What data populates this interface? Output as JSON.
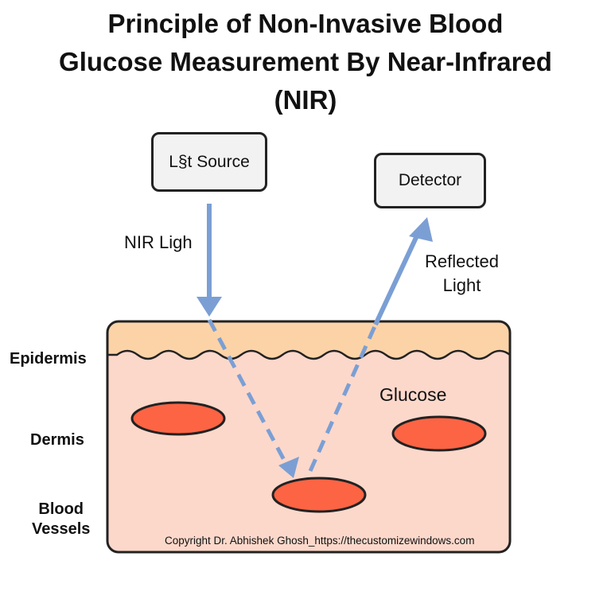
{
  "title": {
    "line1": "Principle of Non-Invasive Blood",
    "line2": "Glucose Measurement By Near-Infrared",
    "line3": "(NIR)"
  },
  "boxes": {
    "light_source": "L§t Source",
    "detector": "Detector"
  },
  "labels": {
    "nir_light": "NIR Ligh",
    "reflected_line1": "Reflected",
    "reflected_line2": "Light",
    "glucose": "Glucose"
  },
  "layers": {
    "epidermis": "Epidermis",
    "dermis": "Dermis",
    "blood_vessels_line1": "Blood",
    "blood_vessels_line2": "Vessels"
  },
  "copyright": "Copyright Dr. Abhishek Ghosh_https://thecustomizewindows.com",
  "colors": {
    "epidermis": "#fcd3a7",
    "dermis": "#fcd8cb",
    "vessel": "#fc6444",
    "arrow": "#7b9fd4",
    "outline": "#222222"
  }
}
